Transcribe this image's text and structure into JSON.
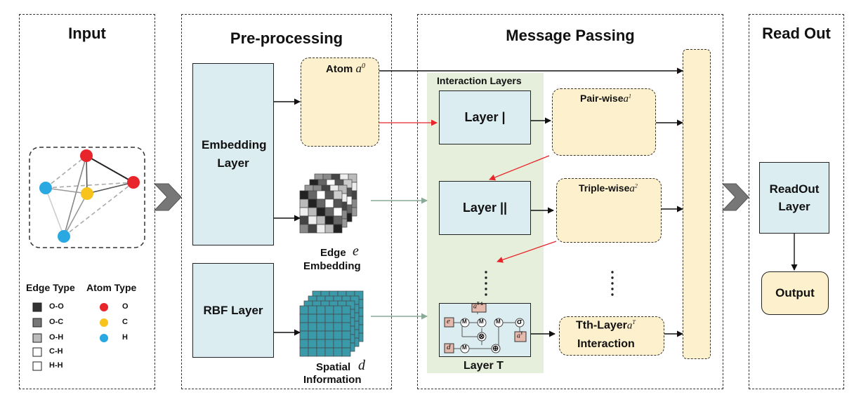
{
  "panels": {
    "input": {
      "title": "Input"
    },
    "preprocessing": {
      "title": "Pre-processing"
    },
    "message_passing": {
      "title": "Message Passing"
    },
    "readout": {
      "title": "Read Out"
    }
  },
  "legend": {
    "edge_type_title": "Edge Type",
    "atom_type_title": "Atom Type",
    "edge_types": [
      "O-O",
      "O-C",
      "O-H",
      "C-H",
      "H-H"
    ],
    "atom_types": [
      "O",
      "C",
      "H"
    ]
  },
  "preprocessing": {
    "embedding_layer": "Embedding Layer",
    "rbf_layer": "RBF Layer",
    "atom_label": "Atom",
    "atom_symbol": "a",
    "atom_sup": "0",
    "edge_label_1": "Edge",
    "edge_label_2": "Embedding",
    "edge_symbol": "e",
    "spatial_label_1": "Spatial",
    "spatial_label_2": "Information",
    "spatial_symbol": "d"
  },
  "message_passing": {
    "interaction_layers_title": "Interaction Layers",
    "layer_1": "Layer |",
    "layer_2": "Layer ||",
    "layer_t": "Layer T",
    "pairwise_label": "Pair-wise",
    "pairwise_sup": "1",
    "triplewise_label": "Triple-wise",
    "triplewise_sup": "2",
    "tth_label_1": "Tth-Layer",
    "tth_label_2": "Interaction",
    "tth_sup": "T",
    "symbol_a": "a",
    "node_M": "M",
    "node_sigma": "σ",
    "node_otimes": "⊗",
    "node_oplus": "⊕",
    "inner_e": "e",
    "inner_d": "d",
    "inner_aprev": "T-1",
    "inner_acur": "T"
  },
  "readout": {
    "readout_layer": "ReadOut Layer",
    "output": "Output"
  },
  "colors": {
    "oxygen": "#e8252a",
    "carbon": "#f7c31c",
    "hydrogen": "#2aa8e2",
    "box_fill": "#dcedf2",
    "cream": "#fdf0cc",
    "interaction_bg": "#e6efdb",
    "red_arrow": "#e8252a",
    "green_arrow": "#8aaa98",
    "spatial_cube": "#3a9aaa"
  }
}
